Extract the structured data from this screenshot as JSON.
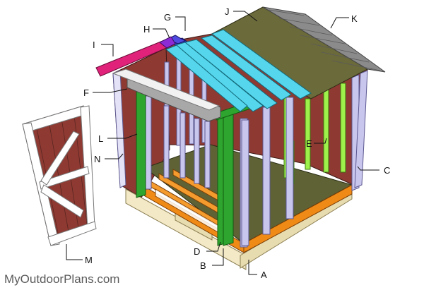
{
  "watermark": "MyOutdoorPlans.com",
  "labels": {
    "a": "A",
    "b": "B",
    "c": "C",
    "d": "D",
    "e": "E",
    "f": "F",
    "g": "G",
    "h": "H",
    "i": "I",
    "j": "J",
    "k": "K",
    "l": "L",
    "m": "M",
    "n": "N"
  },
  "colors": {
    "floor_frame": "#f08a16",
    "skids": "#f3e9c6",
    "floor_sheet": "#5e6235",
    "studs": "#c9c6ee",
    "front_studs": "#2ea52e",
    "back_wall_studs": "#9ef04a",
    "siding": "#8e3a32",
    "door_trim": "#ffffff",
    "header": "#a8a8a8",
    "rafters": "#55d6ec",
    "ridge": "#3e3ad2",
    "fascia": "#e0227a",
    "roof_sheathing": "#6b6a3a",
    "shingles": "#8b8b8b"
  }
}
